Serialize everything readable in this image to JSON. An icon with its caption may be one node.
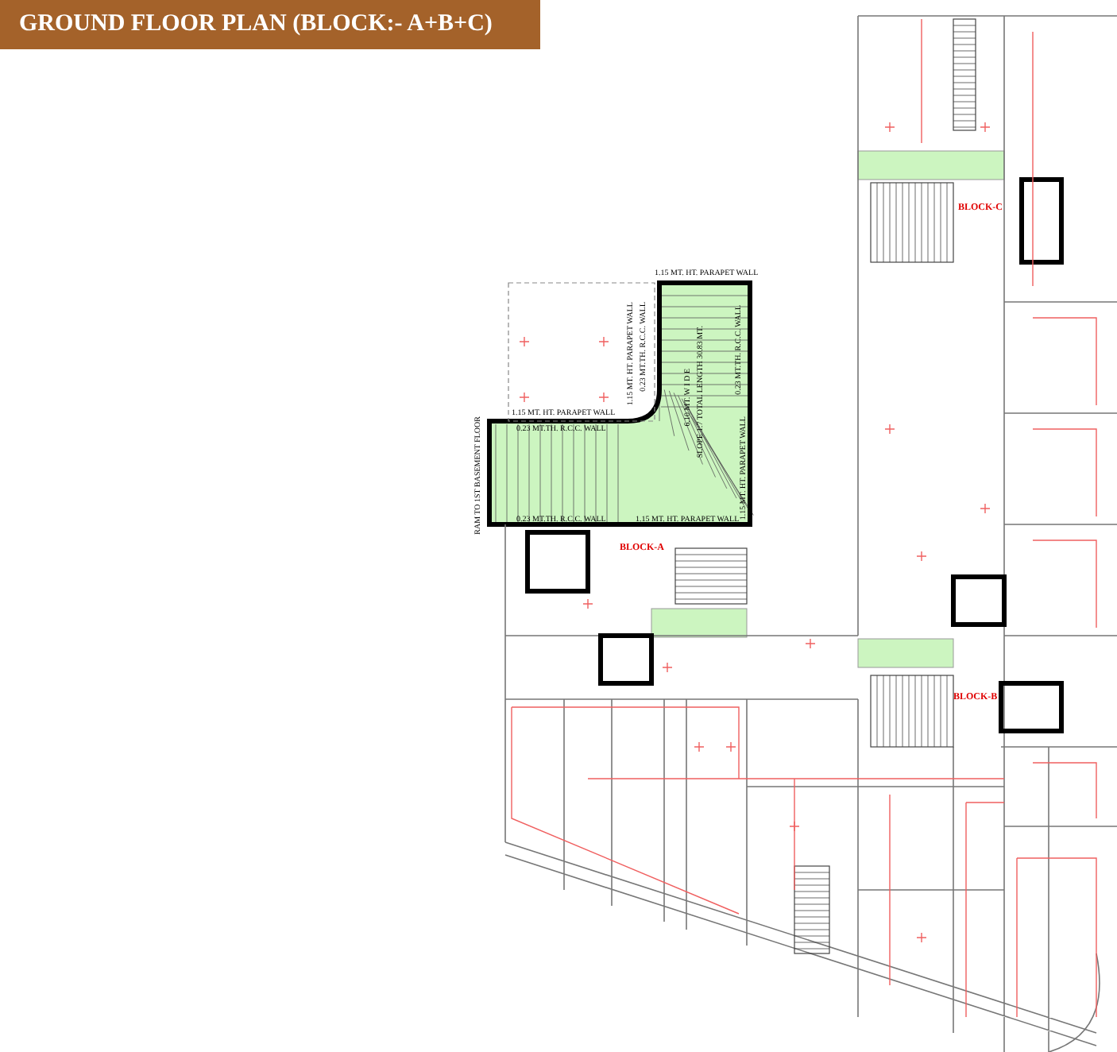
{
  "diagram": {
    "title": "GROUND FLOOR PLAN (BLOCK:- A+B+C)",
    "labels": [
      "BLOCK-C",
      "1.15 MT. HT. PARAPET WALL",
      "1.15 MT. HT. PARAPET WALL",
      "0.23 MT.TH. R.C.C. WALL",
      "0.23 MT.TH. R.C.C. WALL",
      "6.10 MT. W I D E",
      "SLOPE 1:7 TOTAL LENGTH 30.83 MT.",
      "1.15 MT. HT. PARAPET WALL",
      "1.15 MT. HT. PARAPET WALL",
      "0.23 MT.TH. R.C.C. WALL",
      "RAM TO 1ST BASEMENT FLOOR",
      "0.23 MT.TH. R.C.C. WALL",
      "1.15 MT. HT. PARAPET WALL",
      "BLOCK-A",
      "BLOCK-B"
    ]
  }
}
